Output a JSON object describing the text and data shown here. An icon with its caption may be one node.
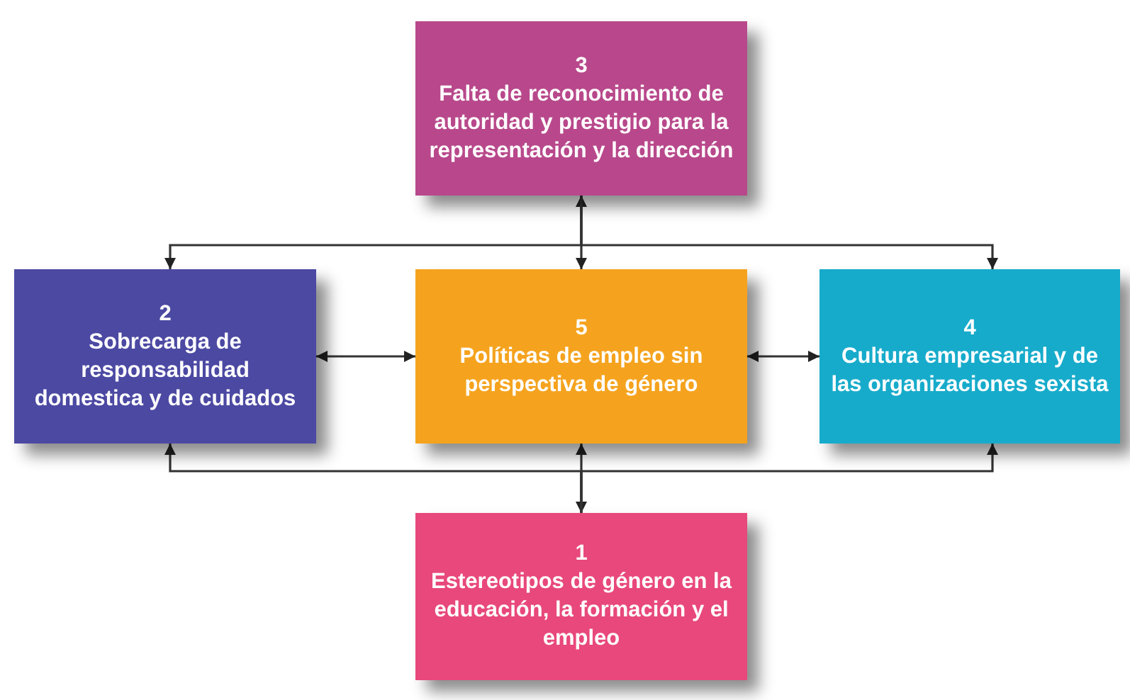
{
  "diagram": {
    "nodes": [
      {
        "text": [
          "3",
          "Falta de reconocimiento de autoridad y prestigio para la representación y la dirección"
        ]
      },
      {
        "text": [
          "2",
          "Sobrecarga de responsabilidad domestica y de cuidados"
        ]
      },
      {
        "text": [
          "5",
          "Políticas de empleo sin perspectiva de género"
        ]
      },
      {
        "text": [
          "4",
          "Cultura empresarial y de las organizaciones sexista"
        ]
      },
      {
        "text": [
          "1",
          "Estereotipos de género en la educación, la formación y el empleo"
        ]
      }
    ],
    "edges": [
      {
        "from": 0,
        "to": 2,
        "arrow": "both"
      },
      {
        "from": 0,
        "to": 1,
        "arrow": "to"
      },
      {
        "from": 0,
        "to": 3,
        "arrow": "to"
      },
      {
        "from": 1,
        "to": 2,
        "arrow": "both"
      },
      {
        "from": 2,
        "to": 3,
        "arrow": "both"
      },
      {
        "from": 2,
        "to": 4,
        "arrow": "both"
      },
      {
        "from": 4,
        "to": 1,
        "arrow": "to"
      },
      {
        "from": 4,
        "to": 3,
        "arrow": "to"
      }
    ]
  }
}
